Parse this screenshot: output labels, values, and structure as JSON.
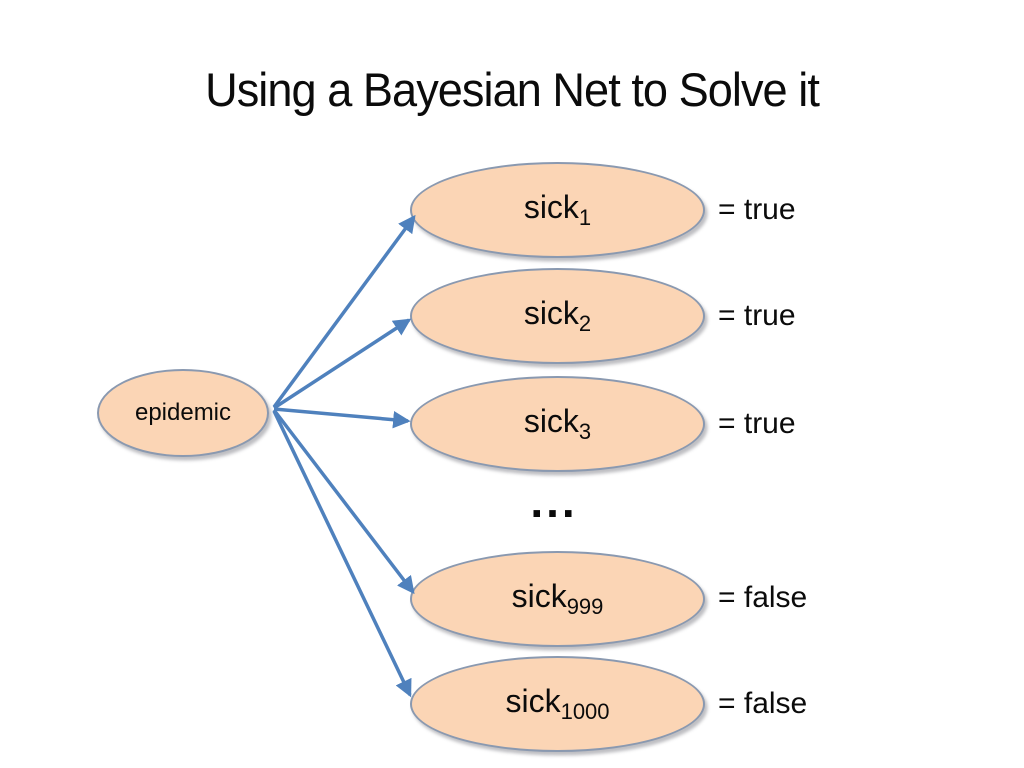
{
  "slide": {
    "title": "Using a Bayesian Net to Solve it"
  },
  "diagram": {
    "parent_node": {
      "label": "epidemic"
    },
    "child_nodes": [
      {
        "base": "sick",
        "sub": "1",
        "value": "= true"
      },
      {
        "base": "sick",
        "sub": "2",
        "value": "= true"
      },
      {
        "base": "sick",
        "sub": "3",
        "value": "= true"
      },
      {
        "base": "sick",
        "sub": "999",
        "value": "= false"
      },
      {
        "base": "sick",
        "sub": "1000",
        "value": "= false"
      }
    ],
    "ellipsis": "..."
  },
  "colors": {
    "node_fill": "#FBD5B5",
    "node_stroke": "#8A99B0",
    "arrow": "#4F81BD",
    "text": "#0B0B0B"
  }
}
